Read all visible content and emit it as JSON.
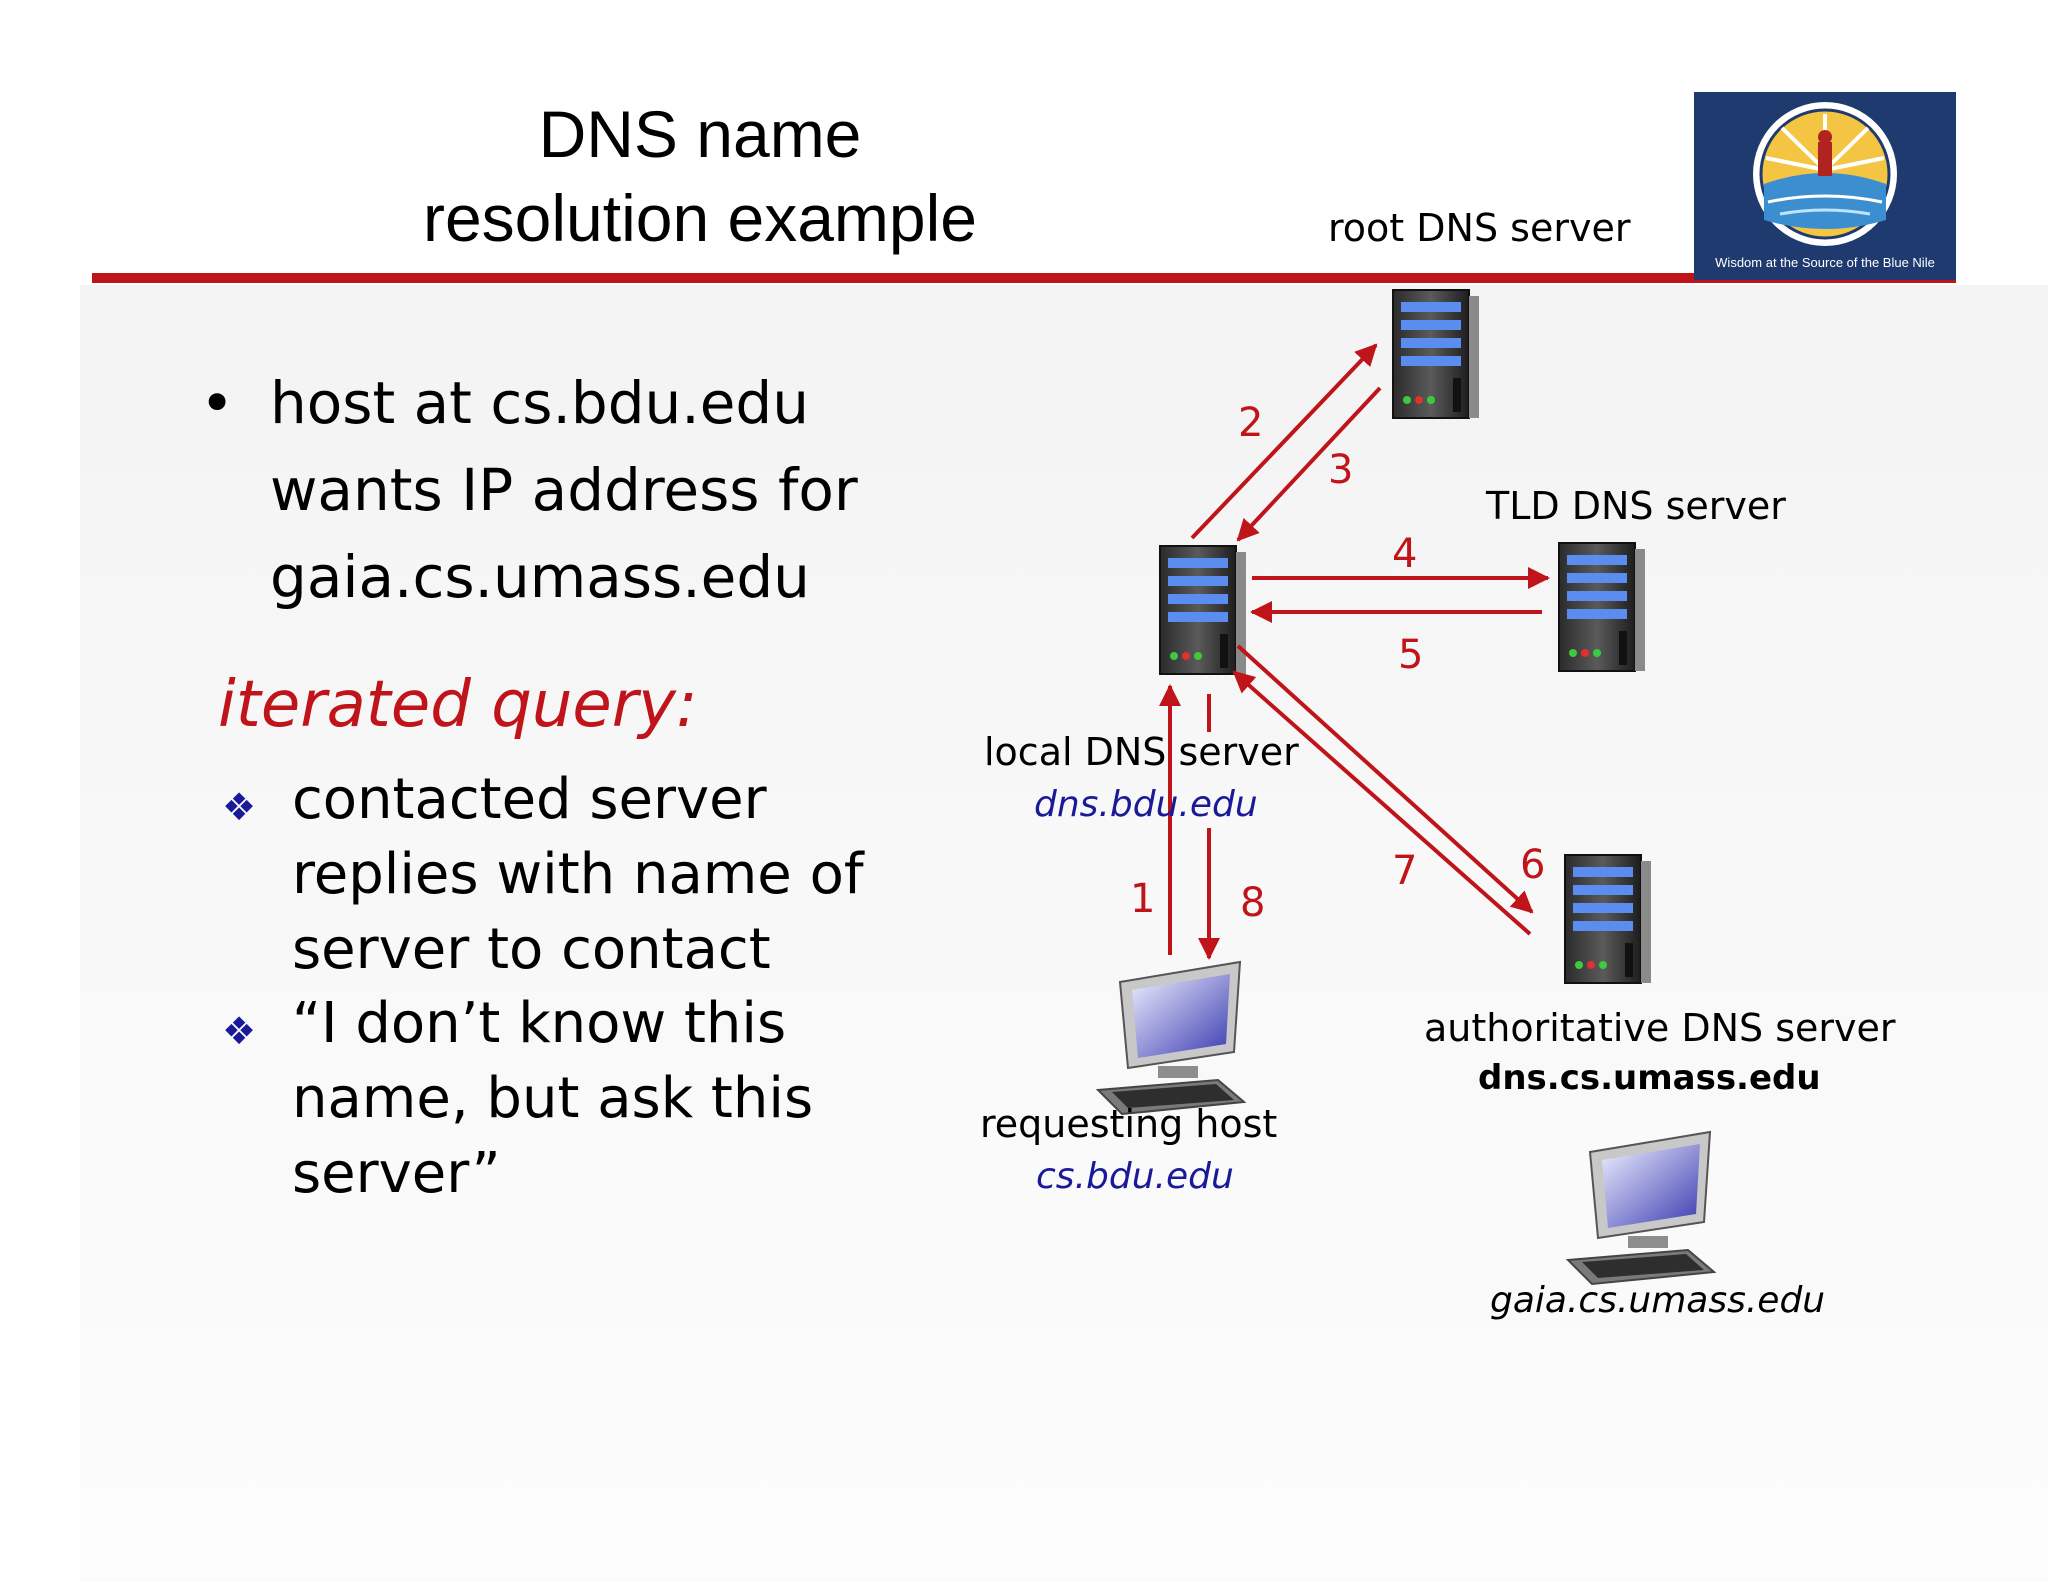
{
  "title": {
    "line1": "DNS name",
    "line2": "resolution example"
  },
  "logo": {
    "caption": "Wisdom at the Source of the Blue Nile"
  },
  "bullet": {
    "line1": "host at cs.bdu.edu",
    "line2": "wants IP address for",
    "line3": "gaia.cs.umass.edu"
  },
  "iterated": {
    "heading": "iterated query:",
    "items": [
      "contacted server\nreplies with name of\nserver to contact",
      "“I don’t know this\nname, but ask this\nserver”"
    ]
  },
  "nodes": {
    "root": {
      "label": "root DNS server"
    },
    "tld": {
      "label": "TLD DNS server"
    },
    "local": {
      "label": "local DNS server",
      "host": "dns.bdu.edu"
    },
    "requesting": {
      "label": "requesting host",
      "host": "cs.bdu.edu"
    },
    "authoritative": {
      "label": "authoritative DNS server",
      "host": "dns.cs.umass.edu"
    },
    "target": {
      "host": "gaia.cs.umass.edu"
    }
  },
  "steps": [
    "1",
    "2",
    "3",
    "4",
    "5",
    "6",
    "7",
    "8"
  ],
  "colors": {
    "accent": "#c0141b",
    "host_blue": "#1a1a99",
    "logo_bg": "#1f3a6e"
  }
}
